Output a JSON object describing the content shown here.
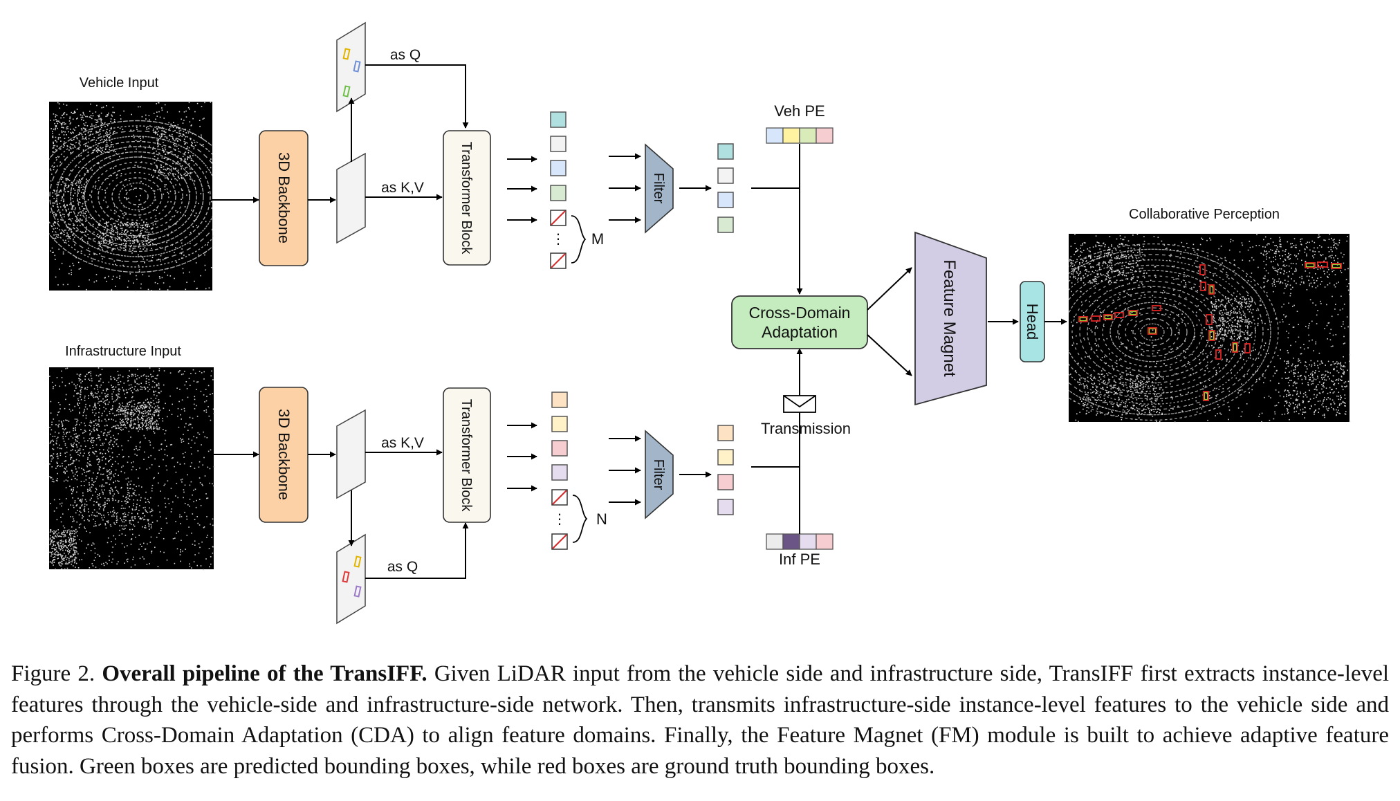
{
  "inputs": {
    "vehicle": "Vehicle Input",
    "infrastructure": "Infrastructure Input"
  },
  "backbone": "3D Backbone",
  "transformer": "Transformer Block",
  "as_q": "as Q",
  "as_kv": "as K,V",
  "filter": "Filter",
  "query_count": {
    "vehicle": "M",
    "infrastructure": "N"
  },
  "dots": "⋮",
  "veh_pe": "Veh PE",
  "inf_pe": "Inf PE",
  "cda": {
    "line1": "Cross-Domain",
    "line2": "Adaptation"
  },
  "transmission": "Transmission",
  "feature_magnet": "Feature Magnet",
  "head": "Head",
  "output": "Collaborative Perception",
  "caption": {
    "label": "Figure 2.",
    "title": "Overall pipeline of the TransIFF.",
    "body": "Given LiDAR input from the vehicle side and infrastructure side, TransIFF first extracts instance-level features through the vehicle-side and infrastructure-side network. Then, transmits infrastructure-side instance-level features to the vehicle side and performs Cross-Domain Adaptation (CDA) to align feature domains. Finally, the Feature Magnet (FM) module is built to achieve adaptive feature fusion. Green boxes are predicted bounding boxes, while red boxes are ground truth bounding boxes."
  },
  "colors": {
    "backbone_fill": "#fdd1a6",
    "transformer_fill": "#faf7ef",
    "filter_fill": "#a3b6c9",
    "cda_fill": "#c4ecbe",
    "cda_stroke": "#58a557",
    "magnet_fill": "#d2cde4",
    "head_fill": "#a9e4e4",
    "veh_features": [
      "#b0e0e0",
      "#f3f3f3",
      "#d8e6fb",
      "#d8ebd2"
    ],
    "inf_features": [
      "#fde2c4",
      "#fff2c8",
      "#f6cdd1",
      "#e6dcf0"
    ],
    "veh_pe": [
      "#d8e6fb",
      "#fff2a0",
      "#d8ebb8",
      "#f6cdd1"
    ],
    "inf_pe": [
      "#ececec",
      "#6b5587",
      "#e6dcf0",
      "#f6cdd1"
    ]
  },
  "icons": [
    "lidar-point-cloud",
    "feature-map-plane",
    "envelope-icon",
    "null-query-icon"
  ]
}
